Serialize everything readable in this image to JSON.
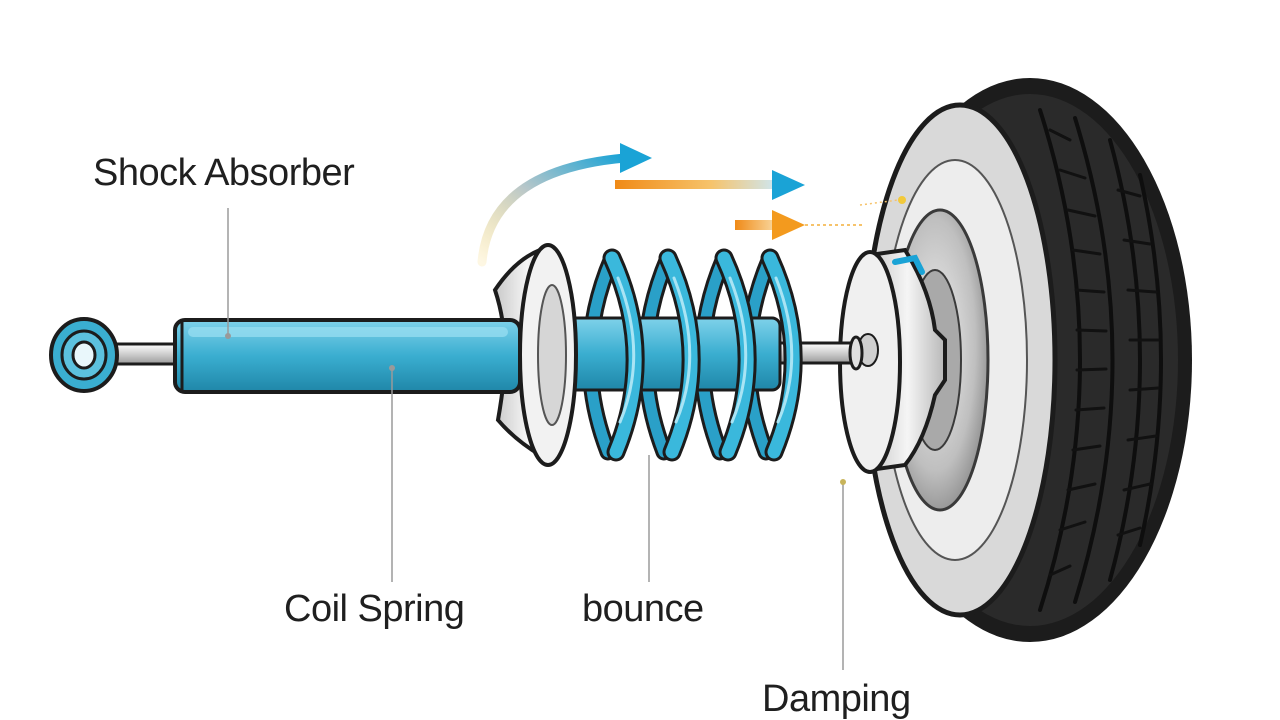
{
  "labels": {
    "shock_absorber": "Shock Absorber",
    "coil_spring": "Coil Spring",
    "bounce": "bounce",
    "damping": "Damping"
  },
  "colors": {
    "background": "#ffffff",
    "shock_body": "#3aaed0",
    "spring": "#3ab8dc",
    "metal": "#e6e6e6",
    "tire": "#1c1c1c",
    "arrow_blue": "#1aa3d6",
    "arrow_orange": "#f39a1e",
    "leader_line": "#9a9a9a"
  },
  "icons": [
    "shock-absorber",
    "coil-spring",
    "wheel-tire",
    "motion-arrow"
  ]
}
